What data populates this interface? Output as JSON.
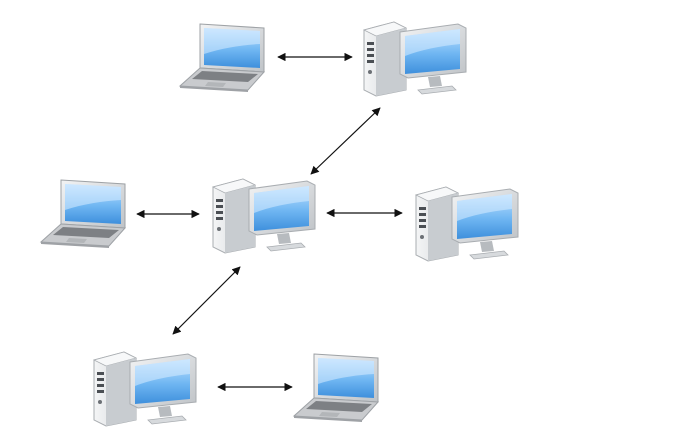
{
  "diagram": {
    "type": "network-topology",
    "colors": {
      "background": "#ffffff",
      "screen": "#5aa9ee",
      "screen_highlight": "#bfe1ff",
      "casing": "#e6e8ea",
      "casing_shadow": "#b9bdc1",
      "laptop_body": "#c9cbce",
      "keyboard": "#7d8084",
      "connector": "#111111"
    },
    "nodes": [
      {
        "id": "laptop-top",
        "kind": "laptop"
      },
      {
        "id": "desktop-top",
        "kind": "desktop"
      },
      {
        "id": "laptop-left",
        "kind": "laptop"
      },
      {
        "id": "desktop-center",
        "kind": "desktop"
      },
      {
        "id": "desktop-right",
        "kind": "desktop"
      },
      {
        "id": "desktop-bottom",
        "kind": "desktop"
      },
      {
        "id": "laptop-bottom",
        "kind": "laptop"
      }
    ],
    "edges": [
      {
        "from": "laptop-top",
        "to": "desktop-top",
        "direction": "both"
      },
      {
        "from": "desktop-top",
        "to": "desktop-center",
        "direction": "both"
      },
      {
        "from": "laptop-left",
        "to": "desktop-center",
        "direction": "both"
      },
      {
        "from": "desktop-center",
        "to": "desktop-right",
        "direction": "both"
      },
      {
        "from": "desktop-center",
        "to": "desktop-bottom",
        "direction": "both"
      },
      {
        "from": "desktop-bottom",
        "to": "laptop-bottom",
        "direction": "both"
      }
    ]
  }
}
